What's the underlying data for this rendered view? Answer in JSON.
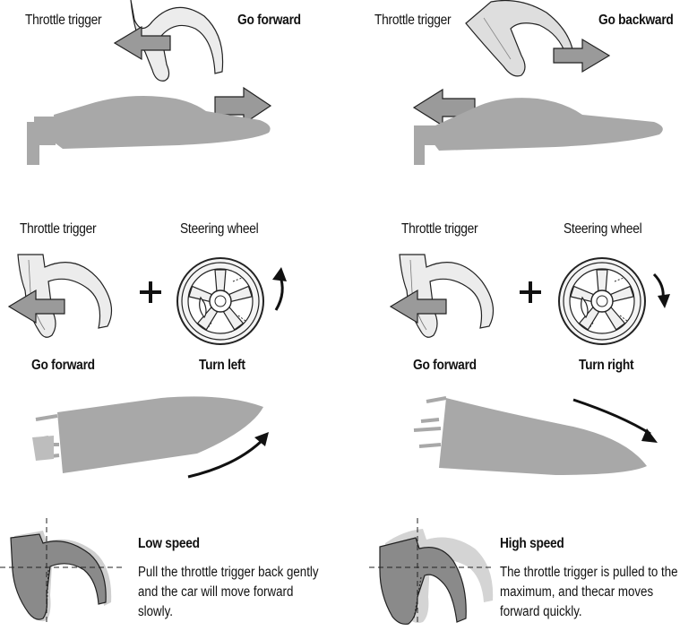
{
  "panels": {
    "forward": {
      "trigger_label": "Throttle trigger",
      "action_label": "Go forward"
    },
    "backward": {
      "trigger_label": "Throttle trigger",
      "action_label": "Go backward"
    },
    "left": {
      "trigger_label": "Throttle trigger",
      "wheel_label": "Steering wheel",
      "action_label": "Go forward",
      "turn_label": "Turn left"
    },
    "right": {
      "trigger_label": "Throttle trigger",
      "wheel_label": "Steering wheel",
      "action_label": "Go forward",
      "turn_label": "Turn right"
    },
    "low_speed": {
      "title": "Low speed",
      "description": "Pull the throttle trigger back gently and the car will move forward slowly."
    },
    "high_speed": {
      "title": "High speed",
      "description": "The throttle trigger is pulled to the maximum, and thecar moves forward quickly."
    }
  },
  "icons": [
    "throttle-trigger-icon",
    "arrow-icon",
    "boat-icon",
    "steering-wheel-icon",
    "curved-arrow-icon",
    "plus-icon"
  ],
  "colors": {
    "boat_fill": "#a8a8a8",
    "arrow_fill": "#9a9a9a",
    "trigger_fill": "#ececec",
    "trigger_dark": "#8a8a8a",
    "ink": "#111111"
  }
}
